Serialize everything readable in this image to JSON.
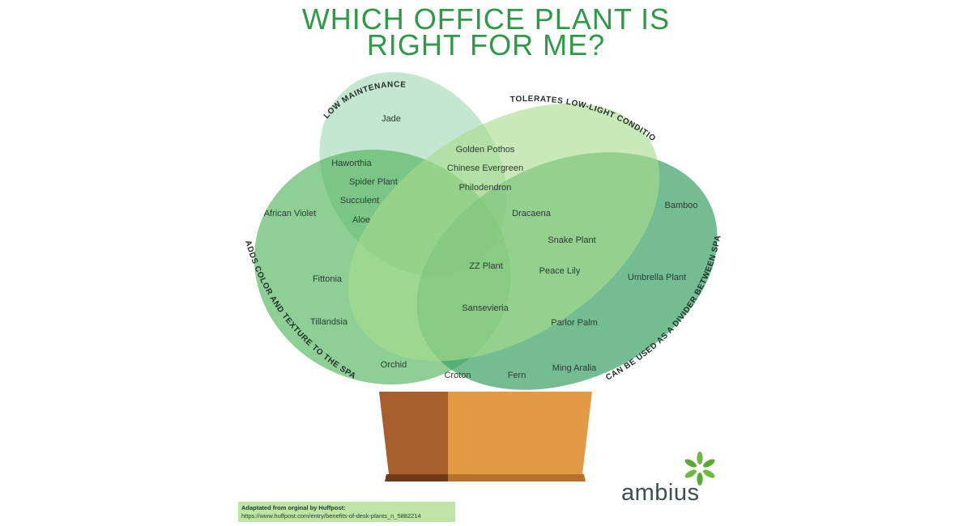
{
  "title": {
    "line1": "WHICH OFFICE PLANT IS",
    "line2": "RIGHT FOR ME?"
  },
  "categories": {
    "low_maintenance": "LOW MAINTENANCE",
    "low_light": "TOLERATES LOW-LIGHT CONDITIONS",
    "color_texture": "ADDS COLOR AND TEXTURE TO THE SPACE",
    "divider": "CAN BE USED AS A DIVIDER BETWEEN SPACES"
  },
  "plants": {
    "jade": "Jade",
    "golden_pothos": "Golden Pothos",
    "chinese_evergreen": "Chinese Evergreen",
    "philodendron": "Philodendron",
    "haworthia": "Haworthia",
    "spider_plant": "Spider Plant",
    "succulent": "Succulent",
    "aloe": "Aloe",
    "african_violet": "African Violet",
    "dracaena": "Dracaena",
    "snake_plant": "Snake Plant",
    "bamboo": "Bamboo",
    "zz_plant": "ZZ Plant",
    "peace_lily": "Peace Lily",
    "fittonia": "Fittonia",
    "umbrella_plant": "Umbrella Plant",
    "sansevieria": "Sansevieria",
    "tillandsia": "Tillandsia",
    "parlor_palm": "Parlor Palm",
    "orchid": "Orchid",
    "croton": "Croton",
    "fern": "Fern",
    "ming_aralia": "Ming Aralia"
  },
  "credit": {
    "line1": "Adaptated from orginal by Huffpost:",
    "line2": "https://www.huffpost.com/entry/benefits-of-desk-plants_n_5882214"
  },
  "brand": {
    "name": "ambius",
    "logo_icon": "leaf-cluster-icon"
  },
  "colors": {
    "title": "#2e9a48",
    "low_maintenance_leaf": "#a6d8b8",
    "low_light_leaf": "#a8dc8c",
    "color_texture_leaf": "#52b55e",
    "divider_leaf": "#3fa468",
    "pot_light": "#e39a44",
    "pot_dark": "#a85e2a"
  }
}
